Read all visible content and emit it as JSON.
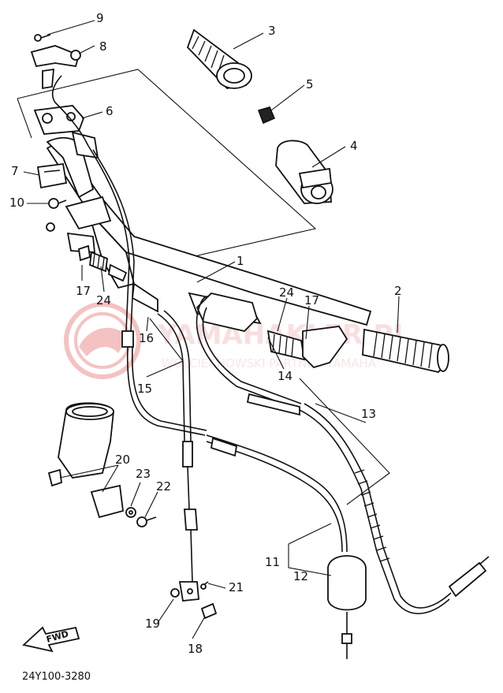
{
  "diagram_code": "24Y100-3280",
  "watermark": {
    "brand": "YAMAHAKLER.PL",
    "subtitle": "WOLCIECHOWSKI PARTNER YAMAHA",
    "color": "#e05252"
  },
  "direction_label": "FWD",
  "callouts": [
    {
      "id": "p1",
      "label": "1"
    },
    {
      "id": "p2",
      "label": "2"
    },
    {
      "id": "p3",
      "label": "3"
    },
    {
      "id": "p4",
      "label": "4"
    },
    {
      "id": "p5",
      "label": "5"
    },
    {
      "id": "p6",
      "label": "6"
    },
    {
      "id": "p7",
      "label": "7"
    },
    {
      "id": "p8",
      "label": "8"
    },
    {
      "id": "p9",
      "label": "9"
    },
    {
      "id": "p10",
      "label": "10"
    },
    {
      "id": "p11",
      "label": "11"
    },
    {
      "id": "p12",
      "label": "12"
    },
    {
      "id": "p13",
      "label": "13"
    },
    {
      "id": "p14",
      "label": "14"
    },
    {
      "id": "p15",
      "label": "15"
    },
    {
      "id": "p16",
      "label": "16"
    },
    {
      "id": "p17a",
      "label": "17"
    },
    {
      "id": "p17b",
      "label": "17"
    },
    {
      "id": "p18",
      "label": "18"
    },
    {
      "id": "p19",
      "label": "19"
    },
    {
      "id": "p20",
      "label": "20"
    },
    {
      "id": "p21",
      "label": "21"
    },
    {
      "id": "p22",
      "label": "22"
    },
    {
      "id": "p23",
      "label": "23"
    },
    {
      "id": "p24a",
      "label": "24"
    },
    {
      "id": "p24b",
      "label": "24"
    }
  ]
}
